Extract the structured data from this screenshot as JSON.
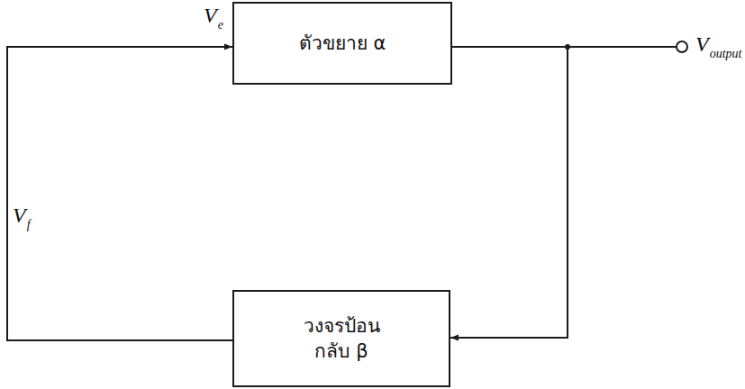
{
  "diagram": {
    "nodes": [
      {
        "text": [
          "ตัวขยาย α"
        ]
      },
      {
        "text": [
          "วงจรป้อน กลับ β"
        ]
      }
    ],
    "edges": [
      {
        "from": 0,
        "to": 1,
        "arrow": "to"
      },
      {
        "from": 1,
        "to": 0,
        "arrow": "to"
      }
    ],
    "labels": [
      "V",
      "e",
      "V",
      "f",
      "V",
      "output"
    ]
  }
}
